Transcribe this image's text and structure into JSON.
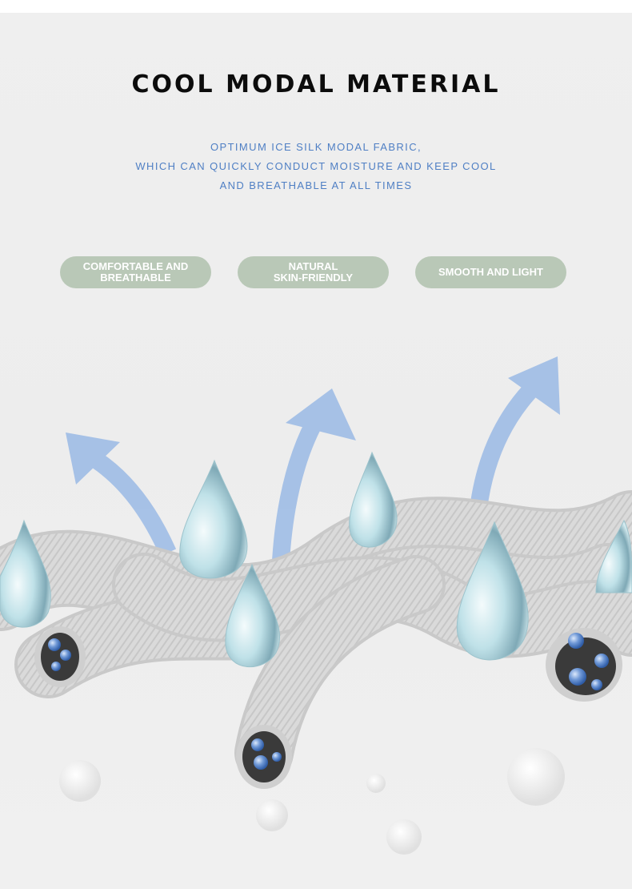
{
  "header": {
    "title": "COOL MODAL MATERIAL",
    "subtitle_lines": [
      "OPTIMUM ICE SILK MODAL FABRIC,",
      "WHICH CAN QUICKLY CONDUCT MOISTURE AND KEEP COOL",
      "AND BREATHABLE AT ALL TIMES"
    ]
  },
  "features": [
    {
      "lines": [
        "COMFORTABLE AND",
        "BREATHABLE"
      ]
    },
    {
      "lines": [
        "NATURAL",
        "SKIN-FRIENDLY"
      ]
    },
    {
      "lines": [
        "SMOOTH AND LIGHT"
      ]
    }
  ],
  "colors": {
    "title": "#0c0c0c",
    "subtitle": "#4f7fc4",
    "pill": "#b9c8b7",
    "pill_text": "#ffffff",
    "arrow": "#9fbde6",
    "fiber": "#d6d6d6",
    "droplet": "#b9dfe6",
    "bubble": "#5d88c9"
  },
  "illustration": {
    "icons": [
      "upward-arrow-icon",
      "water-droplet-icon",
      "twisted-fiber-icon",
      "air-bubble-icon"
    ]
  }
}
